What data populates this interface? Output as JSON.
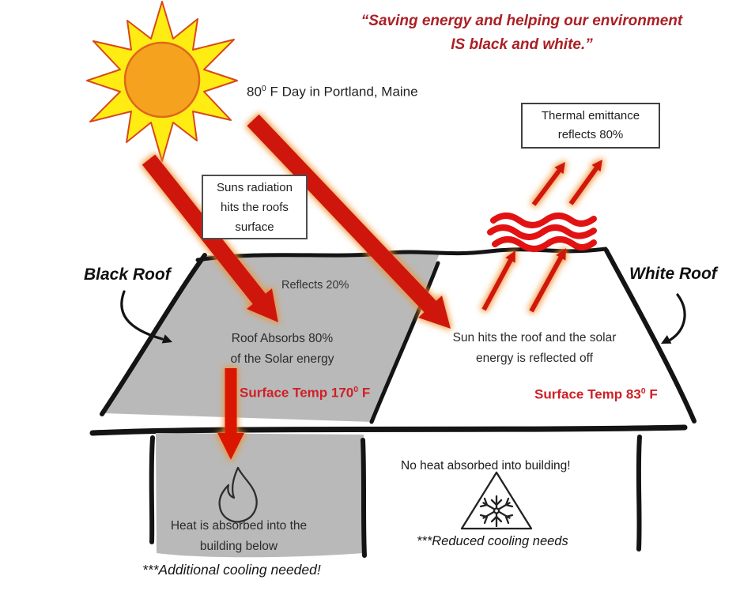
{
  "quote": {
    "line1": "“Saving energy and helping our environment",
    "line2": "IS black and white.”"
  },
  "scene": {
    "day_temp": {
      "pre": "80",
      "sup": "0",
      "post": " F Day in Portland, Maine"
    },
    "thermal_box": {
      "line1": "Thermal emittance",
      "line2": "reflects 80%"
    },
    "radiation_box": {
      "line1": "Suns radiation",
      "line2": "hits the roofs",
      "line3": "surface"
    }
  },
  "black_roof": {
    "label": "Black Roof",
    "reflects": "Reflects 20%",
    "absorbs_line1": "Roof Absorbs 80%",
    "absorbs_line2": "of the Solar energy",
    "surface_temp": {
      "pre": "Surface Temp 170",
      "sup": "0",
      "post": " F"
    },
    "heat_line1": "Heat is absorbed into the",
    "heat_line2": "building below",
    "cooling_note": "***Additional cooling needed!"
  },
  "white_roof": {
    "label": "White Roof",
    "reflect_line1": "Sun hits the roof and the solar",
    "reflect_line2": "energy is reflected off",
    "surface_temp": {
      "pre": "Surface Temp 83",
      "sup": "0",
      "post": " F"
    },
    "no_heat": "No heat absorbed into building!",
    "cooling_note": "***Reduced cooling needs"
  },
  "icons": {
    "sun": "sun-icon",
    "flame": "flame-icon",
    "snowflake_triangle": "snowflake-warning-icon",
    "solar_arrows": "red-solar-radiation-arrows",
    "thermal_waves": "red-thermal-emittance-waves"
  },
  "colors": {
    "arrow_red": "#cf1310",
    "wave_red": "#e31212",
    "quote_red": "#ab1f24",
    "temp_red": "#cf2027",
    "roof_gray": "#b9b9b9",
    "sun_ray_yellow": "#ffec13",
    "sun_core_orange": "#f5a31f",
    "outline_black": "#141414",
    "glow_orange": "#f0902f"
  }
}
